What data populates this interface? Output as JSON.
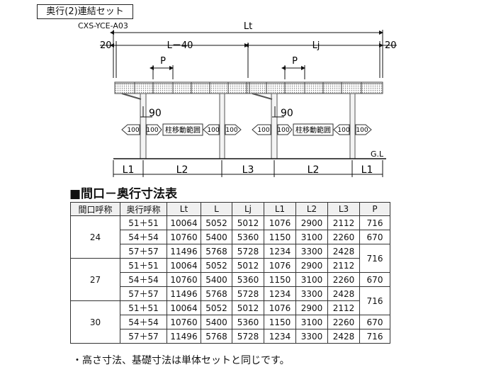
{
  "title": "奥行(2)連結セット",
  "model": "CXS-YCE-A03",
  "diagram": {
    "lt": "Lt",
    "l_minus_40": "L－40",
    "lj": "Lj",
    "end_left": "20",
    "end_right": "20",
    "p_left": "P",
    "p_right": "P",
    "ninety_left": "90",
    "ninety_right": "90",
    "hundred": "100",
    "post_range": "柱移動範囲",
    "gl": "G.L",
    "bottom": [
      "L1",
      "L2",
      "L3",
      "L2",
      "L1"
    ]
  },
  "section_title": "■間口－奥行寸法表",
  "table": {
    "headers": [
      "間口呼称",
      "奥行呼称",
      "Lt",
      "L",
      "Lj",
      "L1",
      "L2",
      "L3",
      "P"
    ],
    "groups": [
      {
        "width": "24",
        "rows": [
          [
            "51＋51",
            "10064",
            "5052",
            "5012",
            "1076",
            "2900",
            "2112"
          ],
          [
            "54＋54",
            "10760",
            "5400",
            "5360",
            "1150",
            "3100",
            "2260"
          ],
          [
            "57＋57",
            "11496",
            "5768",
            "5728",
            "1234",
            "3300",
            "2428"
          ]
        ],
        "p": [
          "716",
          "670",
          "716"
        ]
      },
      {
        "width": "27",
        "rows": [
          [
            "51＋51",
            "10064",
            "5052",
            "5012",
            "1076",
            "2900",
            "2112"
          ],
          [
            "54＋54",
            "10760",
            "5400",
            "5360",
            "1150",
            "3100",
            "2260"
          ],
          [
            "57＋57",
            "11496",
            "5768",
            "5728",
            "1234",
            "3300",
            "2428"
          ]
        ],
        "p": [
          "716",
          "670"
        ]
      },
      {
        "width": "30",
        "rows": [
          [
            "51＋51",
            "10064",
            "5052",
            "5012",
            "1076",
            "2900",
            "2112"
          ],
          [
            "54＋54",
            "10760",
            "5400",
            "5360",
            "1150",
            "3100",
            "2260"
          ],
          [
            "57＋57",
            "11496",
            "5768",
            "5728",
            "1234",
            "3300",
            "2428"
          ]
        ],
        "p": [
          "716",
          "670",
          "716"
        ]
      }
    ]
  },
  "note": "・高さ寸法、基礎寸法は単体セットと同じです。"
}
